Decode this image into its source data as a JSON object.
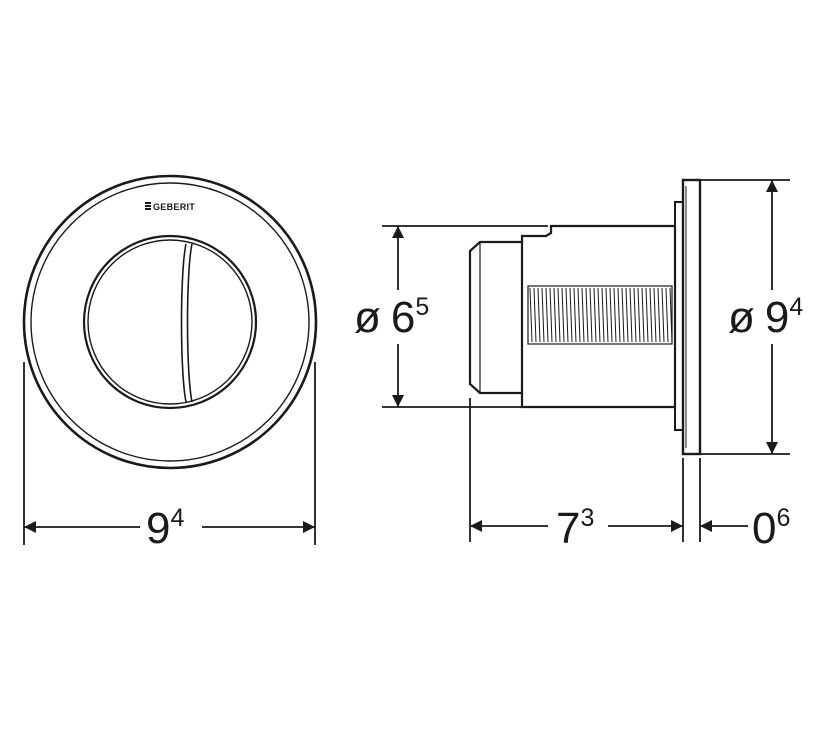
{
  "brand": {
    "logo_text": "GEBERIT"
  },
  "dimensions": {
    "front_width": {
      "prefix": "",
      "main": "9",
      "sup": "4"
    },
    "body_diameter": {
      "prefix": "ø",
      "main": "6",
      "sup": "5"
    },
    "flange_diameter": {
      "prefix": "ø",
      "main": "9",
      "sup": "4"
    },
    "body_depth": {
      "prefix": "",
      "main": "7",
      "sup": "3"
    },
    "flange_thickness": {
      "prefix": "",
      "main": "0",
      "sup": "6"
    }
  },
  "colors": {
    "line": "#1a1a1a",
    "background": "#ffffff"
  }
}
